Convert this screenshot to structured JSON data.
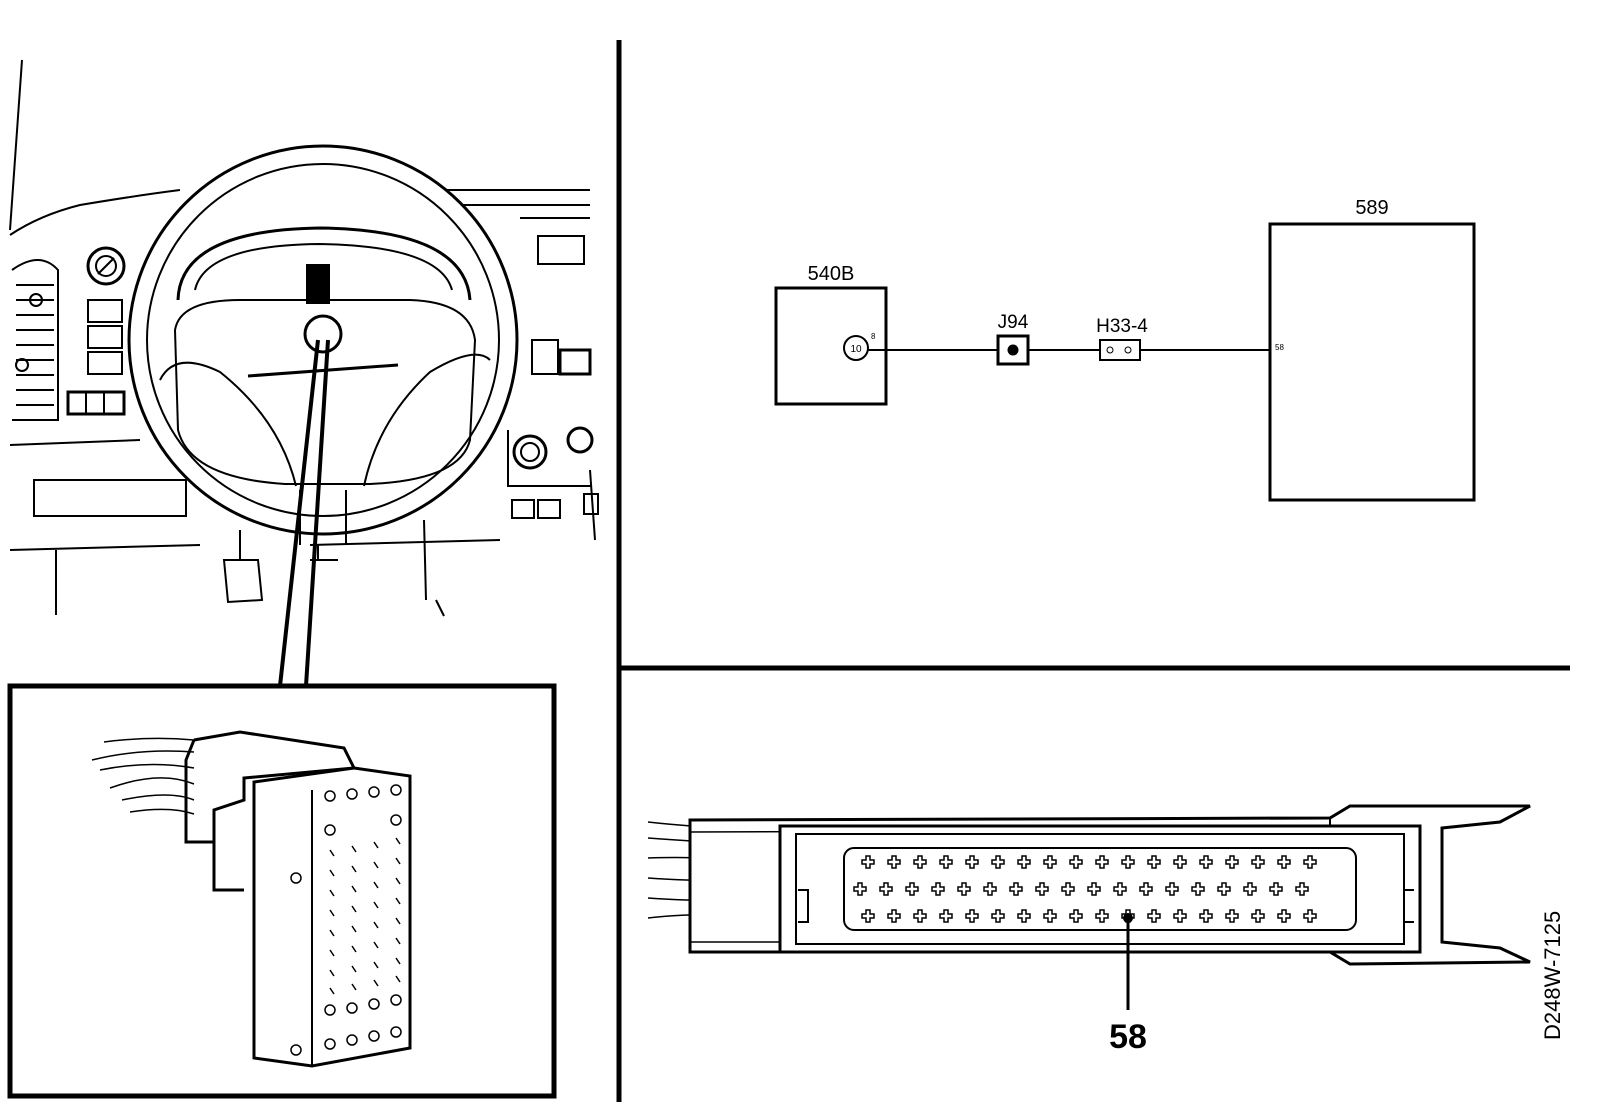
{
  "schematic": {
    "component_left": "540B",
    "component_right": "589",
    "connector_a": "J94",
    "connector_b": "H33-4",
    "pin_left_terminal": "10",
    "pin_left_small": "8",
    "pin_right": "58"
  },
  "connector_view": {
    "pin_callout": "58"
  },
  "figure_code": "D248W-7125",
  "colors": {
    "ink": "#000000",
    "paper": "#ffffff"
  }
}
